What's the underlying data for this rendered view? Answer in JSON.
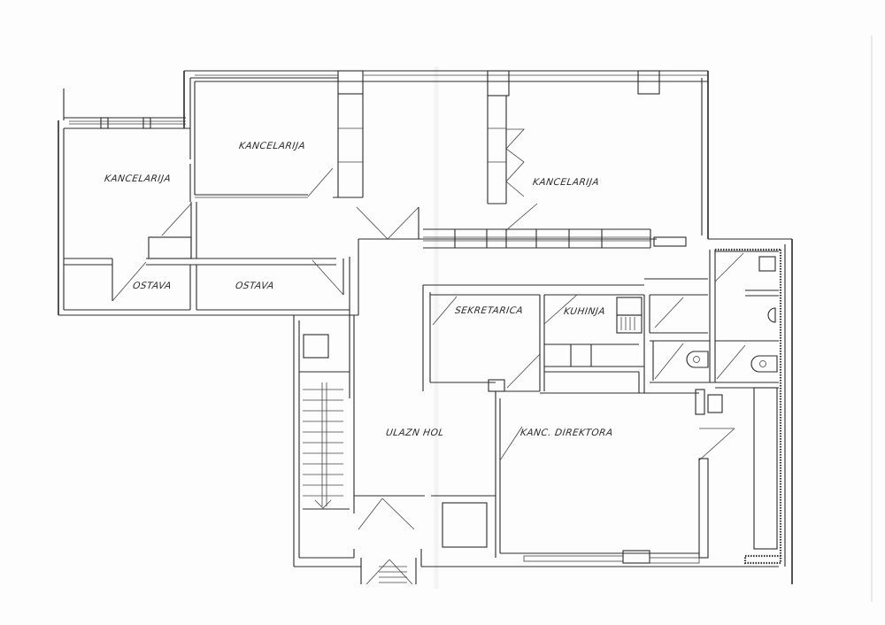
{
  "drawing": {
    "type": "floor-plan",
    "line_color": "#2a2a2a",
    "background": "#fdfdfd"
  },
  "rooms": [
    {
      "id": "kancelarija-west",
      "label": "KANCELARIJA"
    },
    {
      "id": "kancelarija-north",
      "label": "KANCELARIJA"
    },
    {
      "id": "kancelarija-east",
      "label": "KANCELARIJA"
    },
    {
      "id": "ostava-1",
      "label": "OSTAVA"
    },
    {
      "id": "ostava-2",
      "label": "OSTAVA"
    },
    {
      "id": "sekretarica",
      "label": "SEKRETARICA"
    },
    {
      "id": "kuhinja",
      "label": "KUHINJA"
    },
    {
      "id": "ulazni-hol",
      "label": "ULAZN HOL"
    },
    {
      "id": "kanc-direktora",
      "label": "KANC. DIREKTORA"
    }
  ]
}
